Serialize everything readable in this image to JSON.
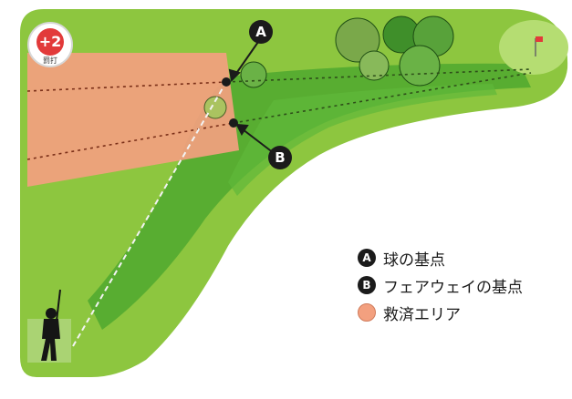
{
  "penalty_badge": {
    "value": "+2",
    "label": "罰打"
  },
  "markers": {
    "a": "A",
    "b": "B"
  },
  "legend": [
    {
      "symbol": "A",
      "text": "球の基点"
    },
    {
      "symbol": "B",
      "text": "フェアウェイの基点"
    },
    {
      "symbol": "",
      "text": "救済エリア"
    }
  ],
  "colors": {
    "rough": "#8dc63f",
    "fairway": "#4fa82f",
    "green": "#b5dd72",
    "relief_area": "#f3a07f",
    "marker": "#1b1b1b",
    "flag": "#e23a3a"
  }
}
